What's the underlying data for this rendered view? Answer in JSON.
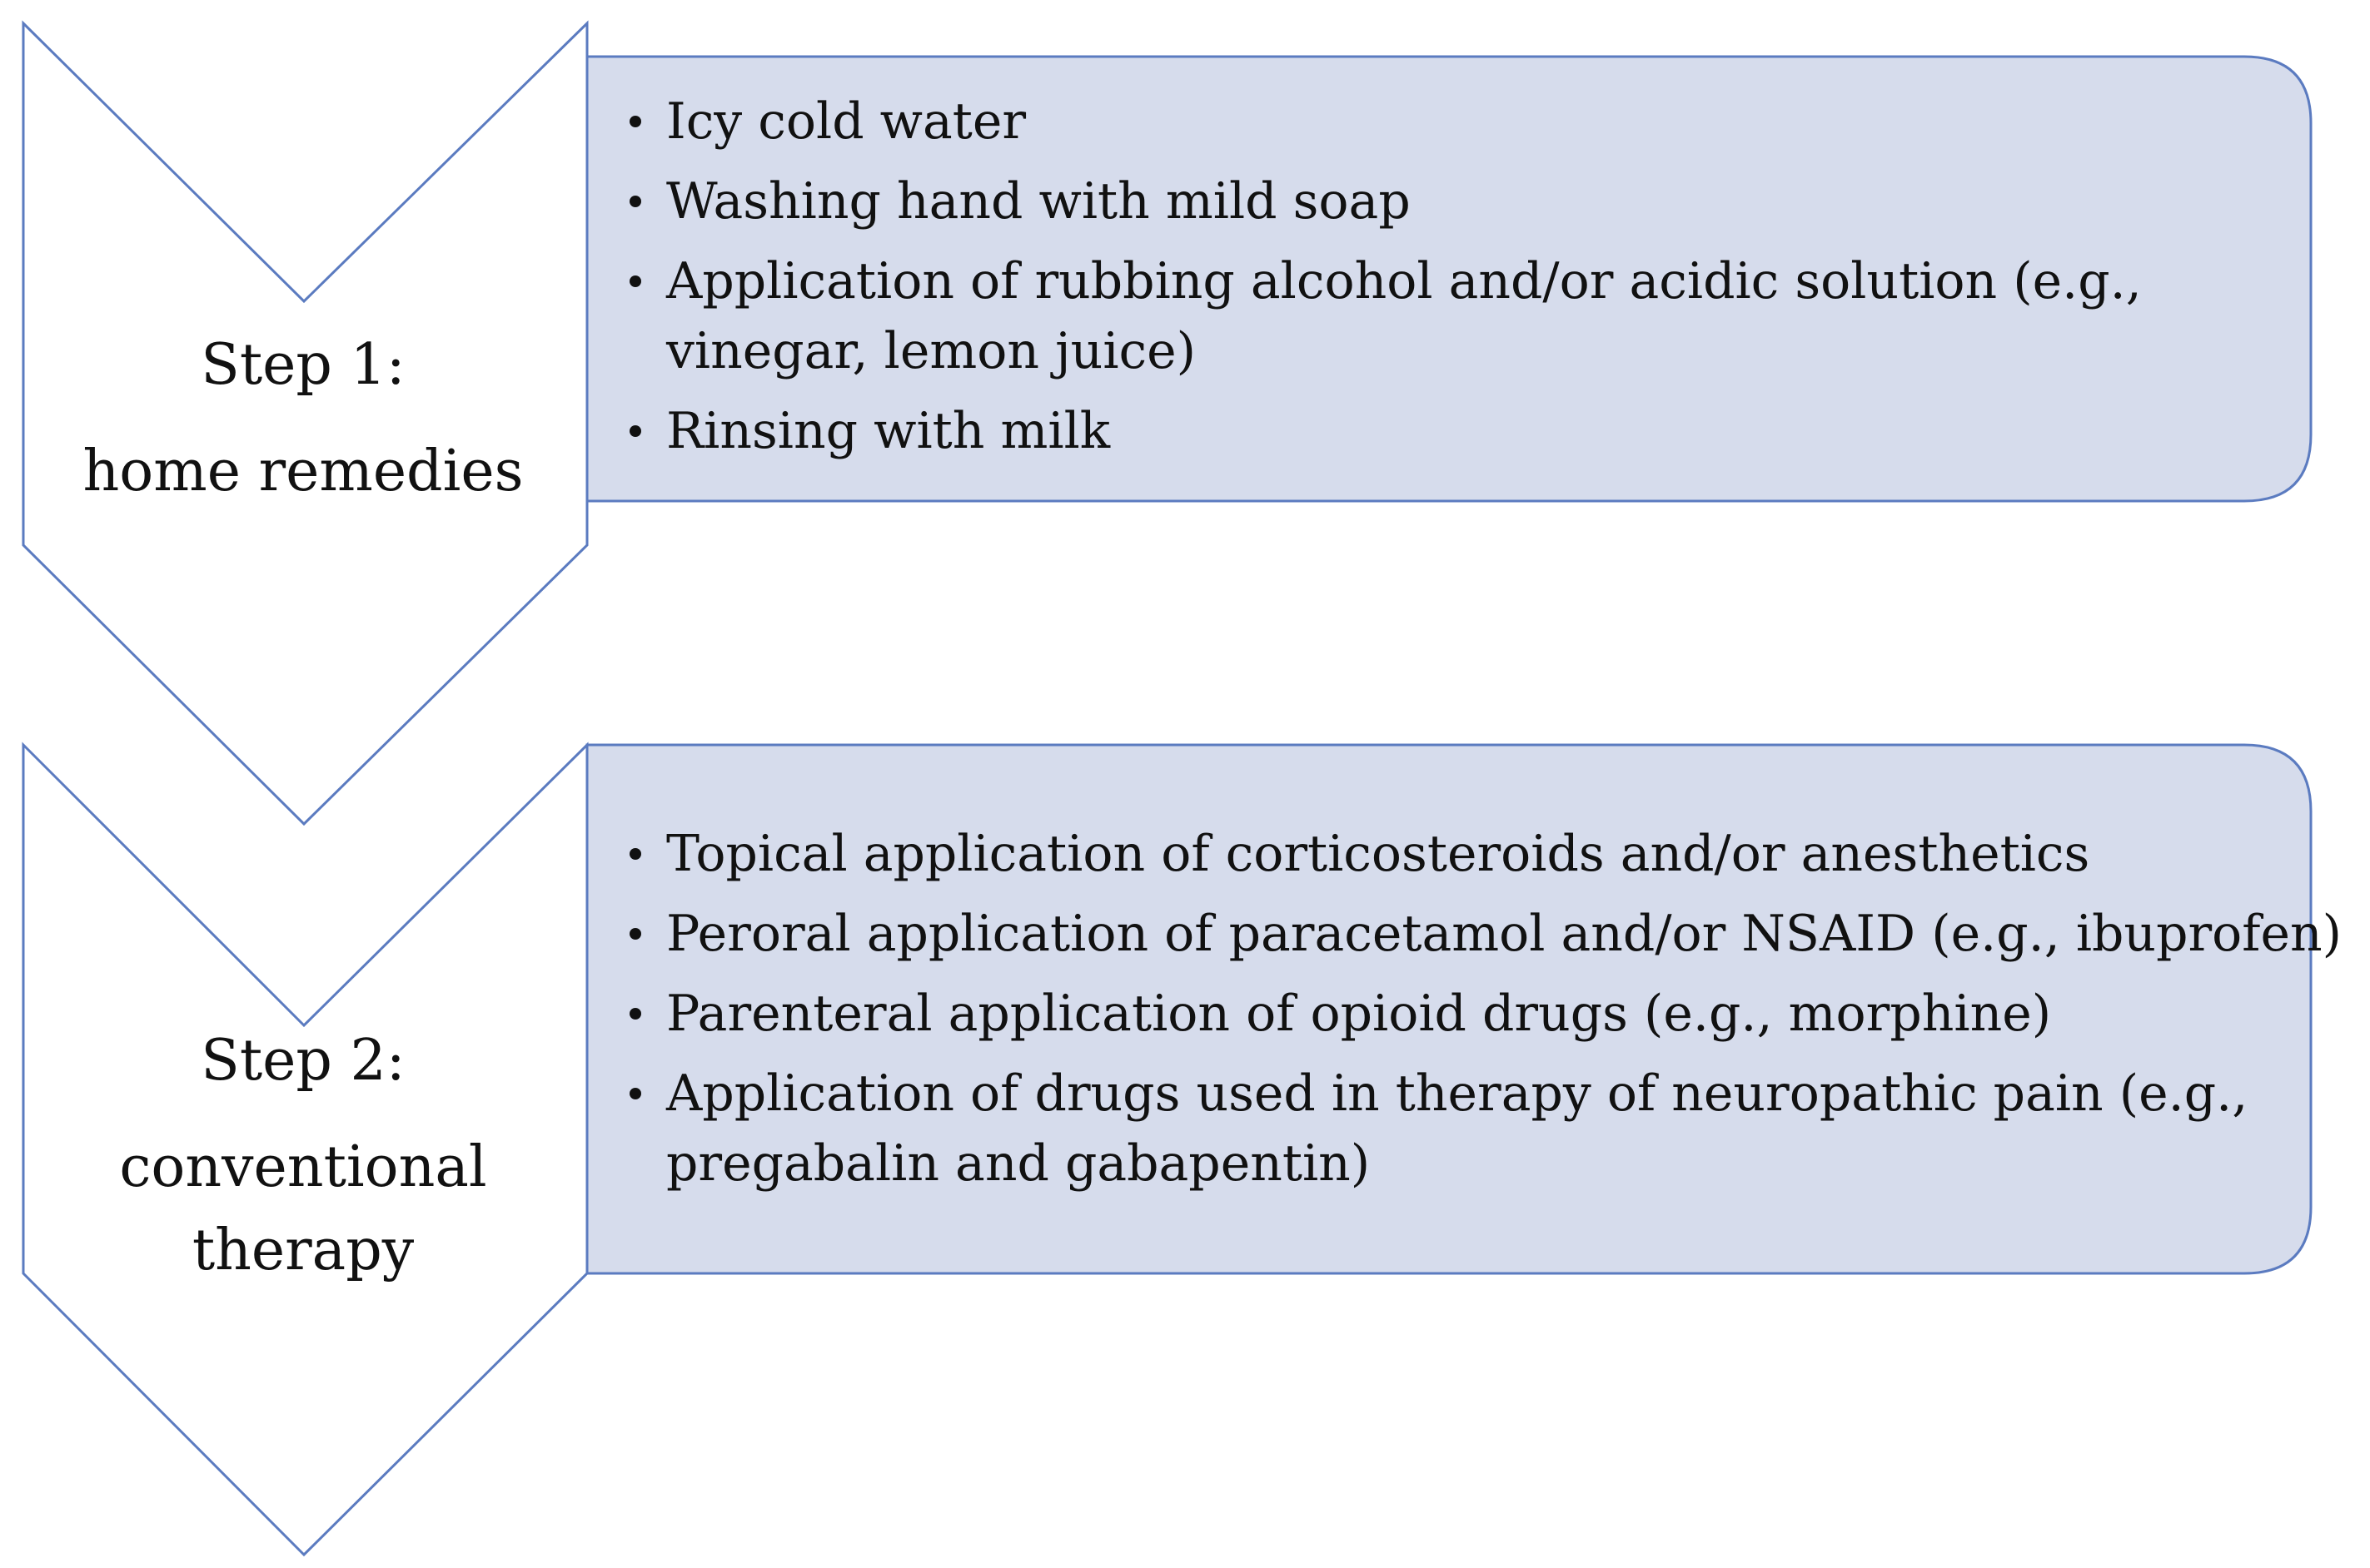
{
  "steps": [
    {
      "label_lines": [
        "Step 1:",
        "home remedies"
      ],
      "items": [
        "Icy cold water",
        "Washing hand with mild soap",
        "Application of rubbing alcohol and/or acidic solution (e.g., vinegar, lemon juice)",
        "Rinsing with milk"
      ]
    },
    {
      "label_lines": [
        "Step 2:",
        "conventional",
        "therapy"
      ],
      "items": [
        "Topical application of corticosteroids and/or anesthetics",
        "Peroral application of paracetamol and/or NSAID (e.g., ibuprofen)",
        "Parenteral application of opioid drugs (e.g., morphine)",
        "Application of drugs used in therapy of neuropathic pain (e.g., pregabalin and gabapentin)"
      ]
    }
  ],
  "colors": {
    "outline": "#5b7bc0",
    "box_fill": "#d6dcec",
    "chevron_fill": "#ffffff",
    "text": "#111111"
  }
}
